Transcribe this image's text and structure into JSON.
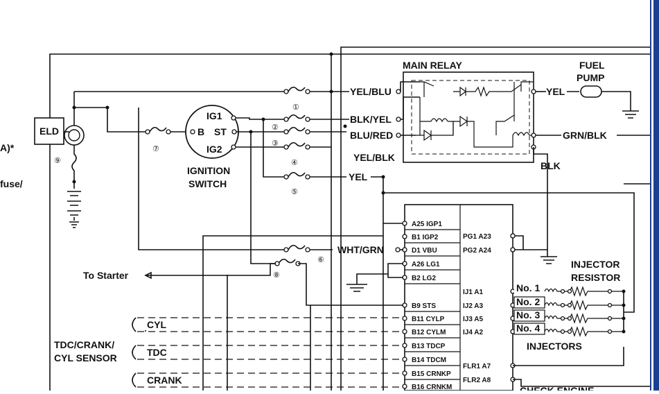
{
  "left_partial": {
    "line1": "A)*",
    "line2": "fuse/"
  },
  "components": {
    "eld": "ELD",
    "ignition_switch": [
      "IGNITION",
      "SWITCH"
    ],
    "ig_terminals": {
      "ig1": "IG1",
      "st": "ST",
      "ig2": "IG2",
      "b": "B"
    },
    "main_relay": "MAIN RELAY",
    "fuel_pump": [
      "FUEL",
      "PUMP"
    ],
    "injector_resistor": [
      "INJECTOR",
      "RESISTOR"
    ],
    "injectors": "INJECTORS",
    "check_engine": "CHECK ENGINE",
    "to_starter": "To Starter",
    "tdc_crank_cyl_sensor": [
      "TDC/CRANK/",
      "CYL SENSOR"
    ]
  },
  "wire_colors": {
    "yel_blu": "YEL/BLU",
    "blk_yel": "BLK/YEL",
    "blu_red": "BLU/RED",
    "yel_blk": "YEL/BLK",
    "yel": "YEL",
    "yel_relay": "YEL",
    "grn_blk": "GRN/BLK",
    "blk": "BLK",
    "wht_grn": "WHT/GRN"
  },
  "sensor_signals": [
    "CYL",
    "TDC",
    "CRANK"
  ],
  "fuse_numbers": [
    "①",
    "②",
    "③",
    "④",
    "⑤",
    "⑥",
    "⑦",
    "⑧",
    "⑨"
  ],
  "ecu_left_pins": [
    "A25 IGP1",
    "B1 IGP2",
    "D1 VBU",
    "A26 LG1",
    "B2 LG2",
    "B9 STS",
    "B11 CYLP",
    "B12 CYLM",
    "B13 TDCP",
    "B14 TDCM",
    "B15 CRNKP",
    "B16 CRNKM"
  ],
  "ecu_right_pins": [
    "PG1 A23",
    "PG2 A24",
    "IJ1 A1",
    "IJ2 A3",
    "IJ3 A5",
    "IJ4 A2",
    "FLR1 A7",
    "FLR2 A8"
  ],
  "injector_numbers": [
    "No. 1",
    "No. 2",
    "No. 3",
    "No. 4"
  ],
  "colors": {
    "ink": "#111111",
    "frame_bar": "#1c3f8f",
    "background": "#ffffff"
  }
}
